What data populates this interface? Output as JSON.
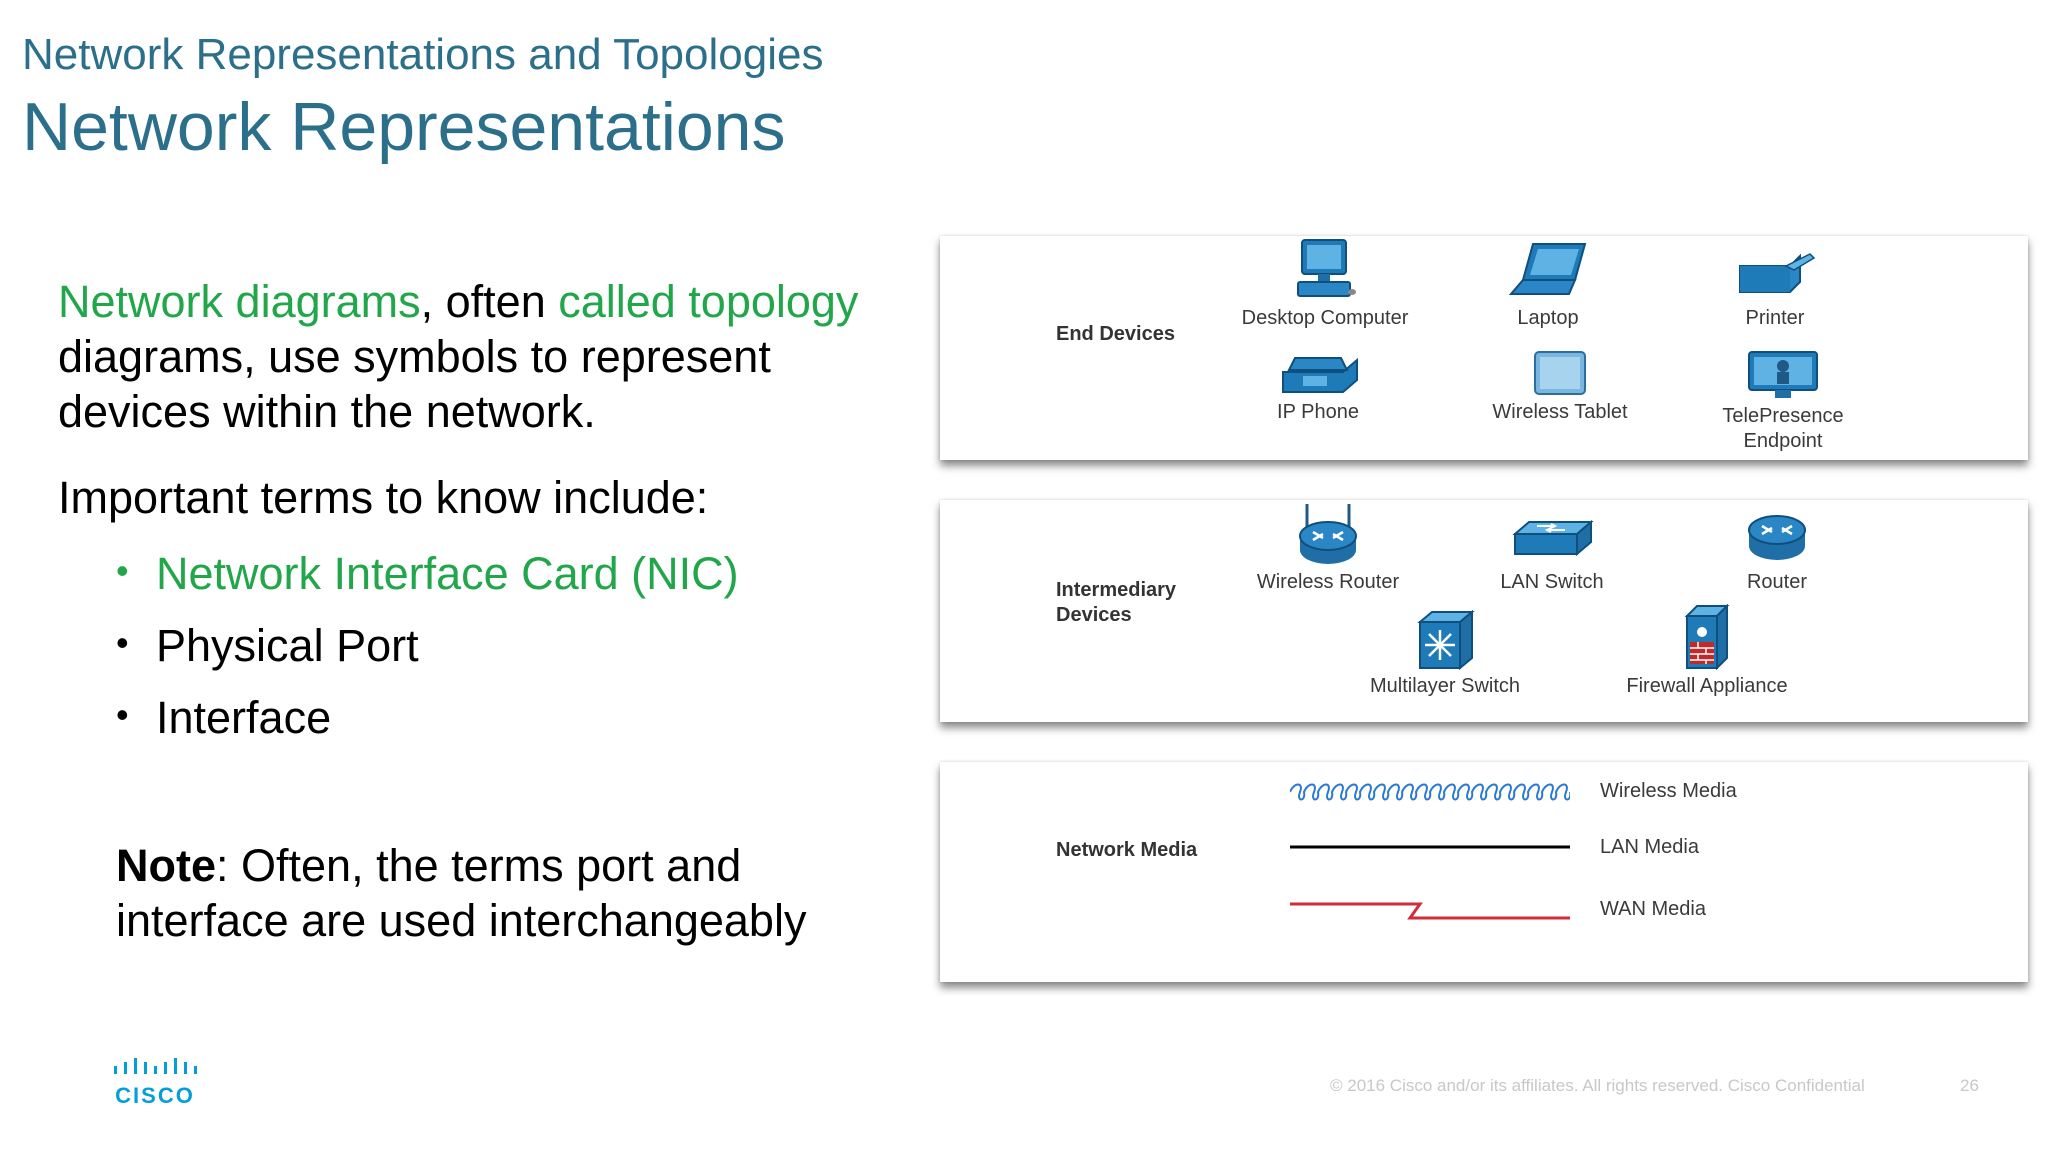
{
  "header": {
    "supertitle": "Network Representations and Topologies",
    "title": "Network Representations"
  },
  "body": {
    "intro_term1": "Network diagrams",
    "intro_mid": ", often ",
    "intro_term2": "called topology",
    "intro_rest": "diagrams, use symbols to represent devices within the network.",
    "terms_heading": "Important terms to know include:",
    "bullets": [
      "Network Interface Card (NIC)",
      "Physical Port",
      "Interface"
    ],
    "note_bold": "Note",
    "note_text": ": Often, the terms port and interface are used interchangeably"
  },
  "diagram": {
    "end_devices": {
      "label": "End Devices",
      "items": [
        "Desktop Computer",
        "Laptop",
        "Printer",
        "IP Phone",
        "Wireless Tablet",
        "TelePresence Endpoint"
      ]
    },
    "intermediary_devices": {
      "label": "Intermediary Devices",
      "items": [
        "Wireless Router",
        "LAN Switch",
        "Router",
        "Multilayer Switch",
        "Firewall Appliance"
      ]
    },
    "network_media": {
      "label": "Network Media",
      "items": [
        "Wireless Media",
        "LAN Media",
        "WAN Media"
      ]
    },
    "colors": {
      "device_blue": "#1f7ab8",
      "wireless_wave": "#2a7ad0",
      "wan_red": "#d22b3a"
    }
  },
  "footer": {
    "logo_text": "CISCO",
    "copyright": "© 2016  Cisco and/or its affiliates. All rights reserved.   Cisco Confidential",
    "page_number": "26"
  }
}
